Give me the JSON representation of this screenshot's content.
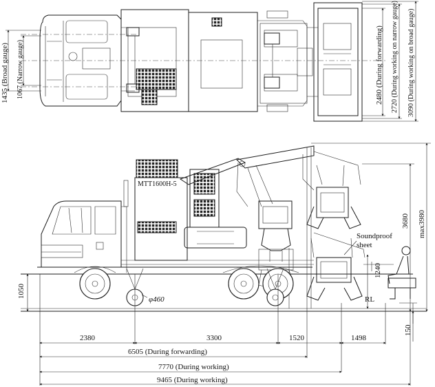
{
  "plan_view": {
    "broad_gauge": "1435 (Broad gauge)",
    "narrow_gauge": "1067 (Narrow gauge)",
    "w_forwarding": "2480 (During forwarding)",
    "w_narrow": "2720 (During working on narrow gauge)",
    "w_broad": "3090 (During working on broad gauge)"
  },
  "side_view": {
    "model": "MTT1600H-5",
    "soundproof": [
      "Soundproof",
      "sheet"
    ],
    "height_1050": "1050",
    "wheel_dia": "φ460",
    "height_3680": "3680",
    "height_max": "max3980",
    "height_1240": "1240",
    "rail_level": "RL",
    "dim_2380": "2380",
    "dim_3300": "3300",
    "dim_1520": "1520",
    "dim_1498": "1498",
    "dim_150": "150",
    "len_forwarding": "6505 (During forwarding)",
    "len_working_7770": "7770 (During working)",
    "len_working_9465": "9465 (During working)"
  }
}
